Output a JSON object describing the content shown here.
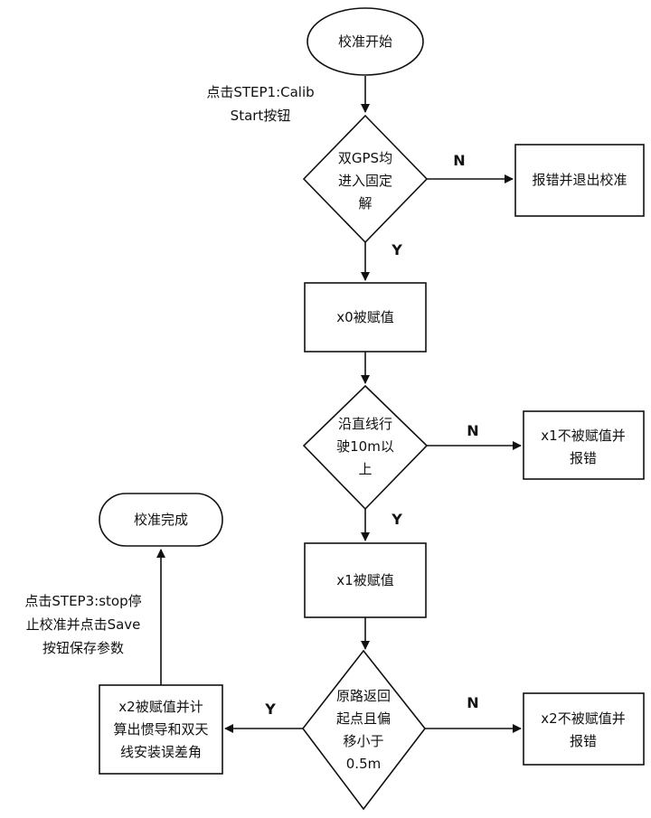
{
  "flowchart": {
    "start": {
      "label": "校准开始"
    },
    "note_step1": {
      "lines": [
        "点击STEP1:Calib",
        "Start按钮"
      ]
    },
    "decision_gps": {
      "lines": [
        "双GPS均",
        "进入固定",
        "解"
      ]
    },
    "error_gps": {
      "label": "报错并退出校准"
    },
    "assign_x0": {
      "label": "x0被赋值"
    },
    "decision_straight": {
      "lines": [
        "沿直线行",
        "驶10m以",
        "上"
      ]
    },
    "error_x1": {
      "lines": [
        "x1不被赋值并",
        "报错"
      ]
    },
    "assign_x1": {
      "label": "x1被赋值"
    },
    "decision_return": {
      "lines": [
        "原路返回",
        "起点且偏",
        "移小于",
        "0.5m"
      ]
    },
    "error_x2": {
      "lines": [
        "x2不被赋值并",
        "报错"
      ]
    },
    "assign_x2": {
      "lines": [
        "x2被赋值并计",
        "算出惯导和双天",
        "线安装误差角"
      ]
    },
    "note_step3": {
      "lines": [
        "点击STEP3:stop停",
        "止校准并点击Save",
        "按钮保存参数"
      ]
    },
    "end": {
      "label": "校准完成"
    },
    "branch_labels": {
      "yes": "Y",
      "no": "N"
    }
  },
  "colors": {
    "line": "#111111",
    "fill": "#ffffff",
    "background": "#ffffff"
  }
}
